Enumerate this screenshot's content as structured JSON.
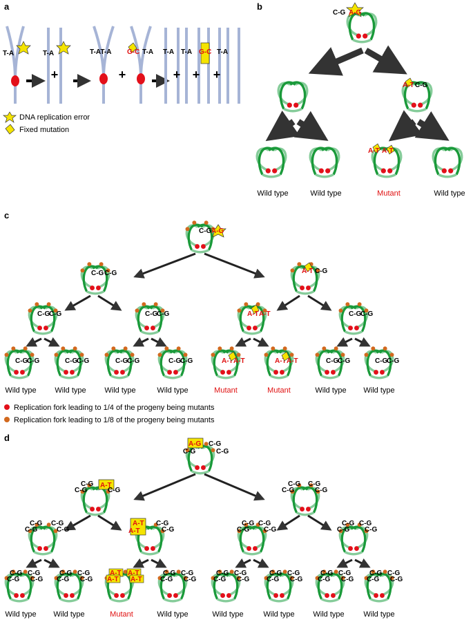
{
  "panels": {
    "a": "a",
    "b": "b",
    "c": "c",
    "d": "d"
  },
  "bases": {
    "ta": "T-A",
    "ga": "G-A",
    "tat_a": "T-AT-A",
    "gc": "G-C",
    "at": "A-T",
    "cg": "C-G",
    "ag": "A-G"
  },
  "legend_a": {
    "error": "DNA replication error",
    "fixed": "Fixed mutation"
  },
  "legend_c": {
    "red": "Replication fork leading to 1/4 of the progeny being mutants",
    "orange": "Replication fork leading to 1/8 of the progeny being mutants"
  },
  "captions": {
    "b": [
      "Wild type",
      "Wild type",
      "Mutant",
      "Wild type"
    ],
    "c": [
      "Wild type",
      "Wild type",
      "Wild type",
      "Wild type",
      "Mutant",
      "Mutant",
      "Wild type",
      "Wild type"
    ],
    "d": [
      "Wild type",
      "Wild type",
      "Mutant",
      "Wild type",
      "Wild type",
      "Wild type",
      "Wild type",
      "Wild type"
    ]
  },
  "colors": {
    "strand_dark": "#1a9a3a",
    "strand_light": "#86cc9a",
    "origin_red": "#e3101a",
    "fork_orange": "#d2691e",
    "arrow": "#333333",
    "star": "#f5e400",
    "mutant_text": "#e01010"
  }
}
